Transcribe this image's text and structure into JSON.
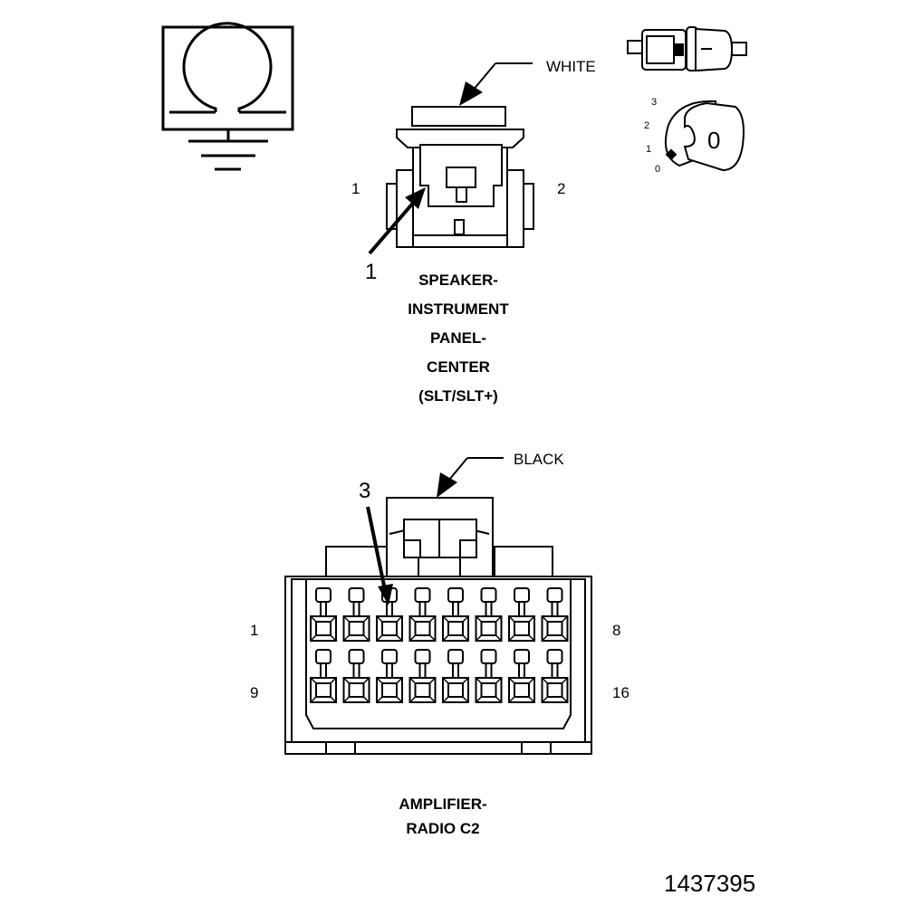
{
  "speaker_connector": {
    "color_label": "WHITE",
    "pin_left": "1",
    "pin_right": "2",
    "callout": "1",
    "title_lines": [
      "SPEAKER-",
      "INSTRUMENT",
      "PANEL-",
      "CENTER",
      "(SLT/SLT+)"
    ]
  },
  "amplifier_connector": {
    "color_label": "BLACK",
    "callout": "3",
    "pin_top_left": "1",
    "pin_top_right": "8",
    "pin_bottom_left": "9",
    "pin_bottom_right": "16",
    "title_lines": [
      "AMPLIFIER-",
      "RADIO C2"
    ]
  },
  "ignition_switch": {
    "positions": [
      "3",
      "2",
      "1",
      "0"
    ],
    "key_label": "0"
  },
  "figure_number": "1437395"
}
